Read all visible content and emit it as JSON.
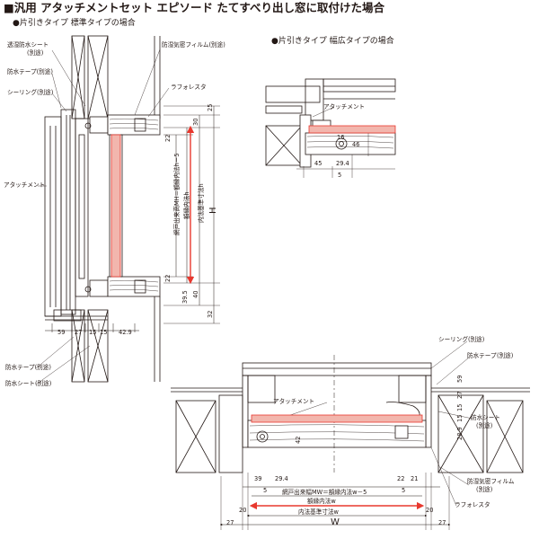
{
  "title": "■汎用 アタッチメントセット エピソード たてすべり出し窓に取付けた場合",
  "section_left": "●片引きタイプ 標準タイプの場合",
  "section_right": "●片引きタイプ 幅広タイプの場合",
  "labels": {
    "toumei_sheet": "透湿防水シート",
    "betto": "(別途)",
    "bousui_tape": "防水テープ(別途)",
    "sealing": "シーリング(別途)",
    "bouki_film": "防湿気密フィルム(別途)",
    "lafolesta": "ラフォレスタ",
    "attachment": "アタッチメント",
    "bousui_tape_b": "防水テープ(別途)",
    "bousui_sheet_b": "防水シート(別途)",
    "sealing_br": "シーリング(別途)",
    "bousui_tape_br": "防水テープ",
    "betto_br": "(別途)",
    "bousui_sheet_br": "防水シート",
    "betto_br2": "(別途)",
    "bouki_film_br": "防湿気密フィルム",
    "betto_br3": "(別途)",
    "lafolesta_br": "ラフォレスタ",
    "attachment_br": "アタッチメント",
    "attachment_tr": "アタッチメント"
  },
  "vertical_labels": {
    "mw_height": "網戸出来高MH＝額縁内法h－5",
    "gakubuchi_h": "額縁内法h",
    "naihou_h": "内法基準寸法h",
    "H": "H"
  },
  "dims_left": {
    "d25": "25",
    "d30": "30",
    "d22a": "22",
    "d22b": "22",
    "d40": "40",
    "d395": "39.5",
    "d32": "32",
    "d59": "59",
    "d27": "27",
    "d15a": "15",
    "d15b": "15",
    "d429": "42.9"
  },
  "dims_tr": {
    "d16": "16",
    "d46": "46",
    "d45": "45",
    "d294": "29.4",
    "d5": "5"
  },
  "dims_bottom": {
    "d59": "59",
    "d27": "27",
    "d15": "15",
    "d15b": "15",
    "d289": "28.9",
    "d42": "42",
    "d39": "39",
    "d294": "29.4",
    "d5": "5",
    "d22": "22",
    "d21": "21",
    "d5b": "5",
    "mw": "網戸出来幅MW＝額縁内法w－5",
    "gakubuchi_w": "額縁内法w",
    "naihou_w": "内法基準寸法w",
    "W": "W",
    "d20a": "20",
    "d20b": "20",
    "d27a": "27",
    "d27b": "27"
  },
  "colors": {
    "red": "#e8382e",
    "pink": "#f2b6ad",
    "line": "#231815",
    "wood": "#6d6a68"
  }
}
